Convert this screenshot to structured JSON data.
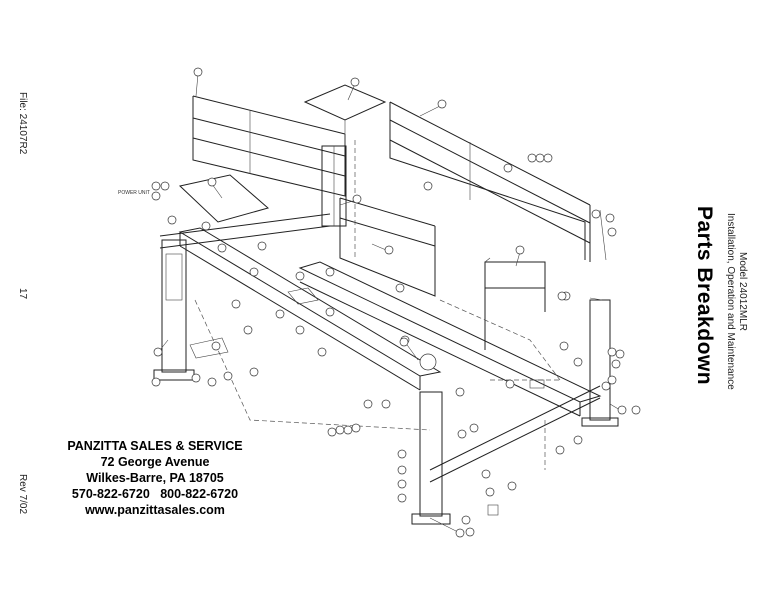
{
  "left_margin": {
    "file": "File: 24107R2",
    "page_number": "17",
    "revision": "Rev 7/02"
  },
  "right_margin": {
    "model": "Model 24012MLR",
    "subtitle": "Installation, Operation and Maintenance",
    "title": "Parts Breakdown"
  },
  "drawing": {
    "power_unit_label": "POWER UNIT"
  },
  "dealer": {
    "name": "PANZITTA SALES & SERVICE",
    "street": "72 George Avenue",
    "city": "Wilkes-Barre, PA 18705",
    "phone_1": "570-822-6720",
    "phone_2": "800-822-6720",
    "website": "www.panzittasales.com"
  }
}
